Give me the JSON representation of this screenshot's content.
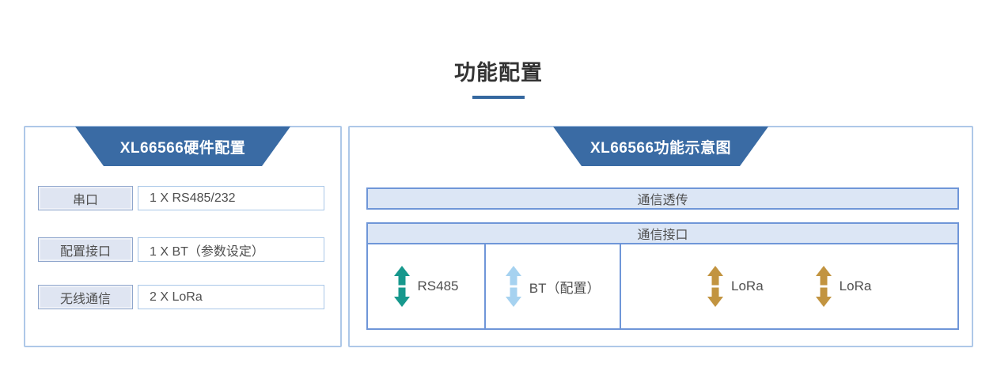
{
  "title": {
    "text": "功能配置"
  },
  "colors": {
    "accent_blue": "#3a6ba4",
    "underline_blue": "#35689f",
    "panel_border": "#aec8e8",
    "label_box_fill": "#dfe5f2",
    "label_box_border": "#8fa6cc",
    "value_box_border": "#a9c7e8",
    "bar_fill": "#dce6f5",
    "bar_border": "#6f96d8",
    "text_dark": "#333333",
    "text_body": "#4f4f4f",
    "rs485_arrow": "#17988d",
    "bt_arrow": "#a6d2f0",
    "lora_arrow": "#c29440"
  },
  "left_panel": {
    "header": "XL66566硬件配置",
    "rows": [
      {
        "label": "串口",
        "value": "1 X RS485/232"
      },
      {
        "label": "配置接口",
        "value": "1 X BT（参数设定）"
      },
      {
        "label": "无线通信",
        "value": "2 X LoRa"
      }
    ]
  },
  "right_panel": {
    "header": "XL66566功能示意图",
    "bar_label": "通信透传",
    "table_header": "通信接口",
    "cells": [
      {
        "label": "RS485",
        "icon": "double-arrow-vertical-icon"
      },
      {
        "label": "BT（配置）",
        "icon": "double-arrow-vertical-icon"
      },
      {
        "label": "LoRa",
        "icon": "double-arrow-vertical-icon"
      },
      {
        "label": "LoRa",
        "icon": "double-arrow-vertical-icon"
      }
    ]
  }
}
